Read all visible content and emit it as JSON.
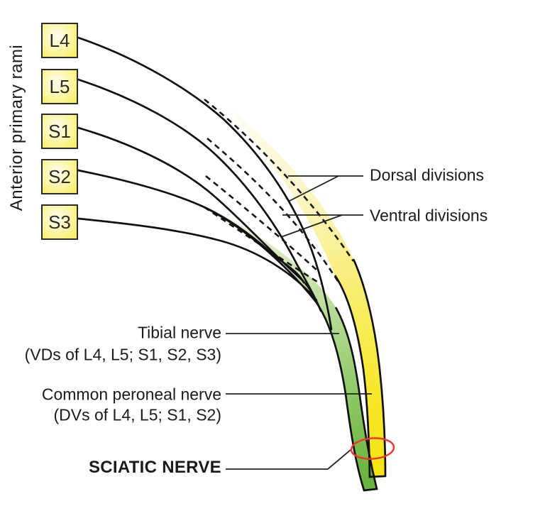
{
  "side_label": "Anterior primary rami",
  "rami": [
    "L4",
    "L5",
    "S1",
    "S2",
    "S3"
  ],
  "labels": {
    "dorsal": "Dorsal divisions",
    "ventral": "Ventral divisions",
    "tibial": "Tibial nerve",
    "tibial_sub": "(VDs of L4, L5; S1, S2, S3)",
    "peroneal": "Common peroneal nerve",
    "peroneal_sub": "(DVs of L4, L5; S1, S2)",
    "sciatic": "SCIATIC NERVE"
  },
  "colors": {
    "tibial_green": "#6ab23d",
    "peroneal_yellow": "#f6e414",
    "highlight_red": "#f5312d",
    "ramus_box_yellow": "#f7ec55",
    "line_black": "#111111"
  }
}
